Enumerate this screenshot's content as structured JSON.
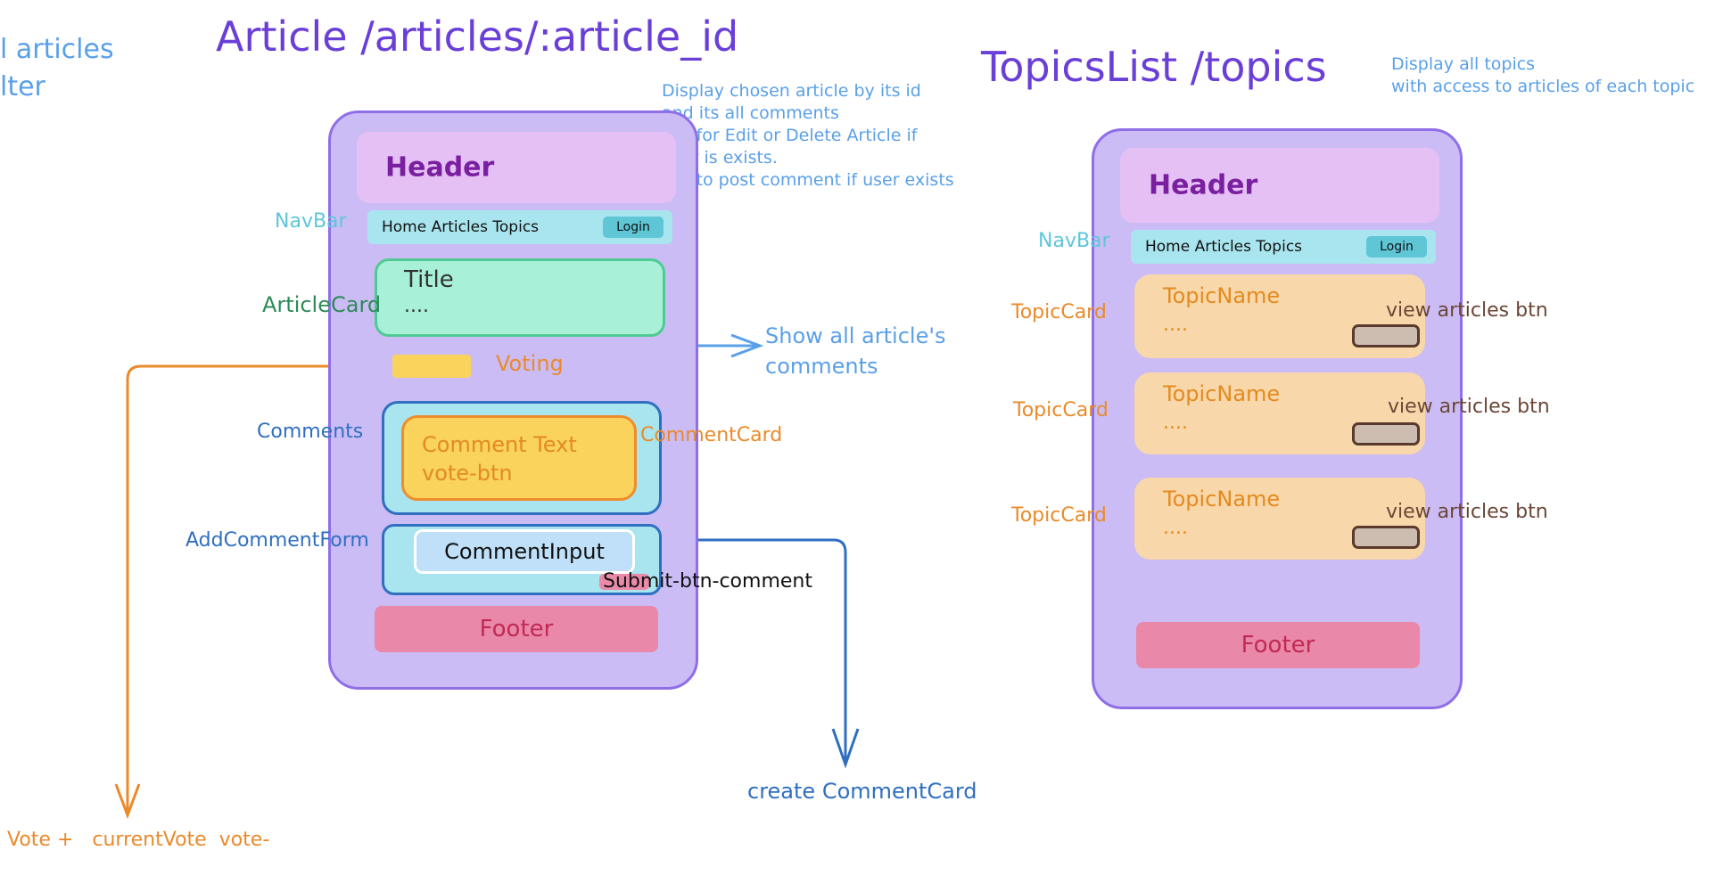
{
  "left_cut": {
    "line1": "l articles",
    "line2": "lter"
  },
  "article_screen": {
    "title": "Article /articles/:article_id",
    "note": [
      "Display chosen article by its id",
      "and its all comments",
      "Btn for Edit or Delete Article if",
      "user is exists.",
      "Btn to post comment if user exists"
    ],
    "header": "Header",
    "navbar_links": "Home Articles Topics",
    "login": "Login",
    "article_title": "Title",
    "article_body": "....",
    "footer": "Footer",
    "comment_text": "Comment Text",
    "vote_btn": "vote-btn",
    "comment_input": "CommentInput"
  },
  "article_labels": {
    "navbar": "NavBar",
    "article_card": "ArticleCard",
    "voting": "Voting",
    "comments": "Comments",
    "comment_card": "CommentCard",
    "add_comment_form": "AddCommentForm",
    "submit": "Submit-btn-comment",
    "show_comments_line1": "Show all article's",
    "show_comments_line2": "comments",
    "create_comment_card": "create CommentCard",
    "vote_controls": "Vote +   currentVote  vote-"
  },
  "topics_screen": {
    "title": "TopicsList /topics",
    "note": [
      "Display all topics",
      "with access to articles of each topic"
    ],
    "header": "Header",
    "navbar_links": "Home Articles Topics",
    "login": "Login",
    "footer": "Footer",
    "navbar_label": "NavBar",
    "topic_cards": [
      {
        "label": "TopicCard",
        "name": "TopicName",
        "body": "....",
        "button": "view articles btn"
      },
      {
        "label": "TopicCard",
        "name": "TopicName",
        "body": "....",
        "button": "view articles btn"
      },
      {
        "label": "TopicCard",
        "name": "TopicName",
        "body": "....",
        "button": "view articles btn"
      }
    ]
  },
  "colors": {
    "screen_fill": "#cbbcf5",
    "screen_border": "#8f6ee8",
    "title": "#6a3fd8",
    "note": "#5aa0e8",
    "orange_arrow": "#ea8a2a",
    "blue_arrow": "#2f6fc0",
    "light_blue_arrow": "#5aa0e8"
  }
}
